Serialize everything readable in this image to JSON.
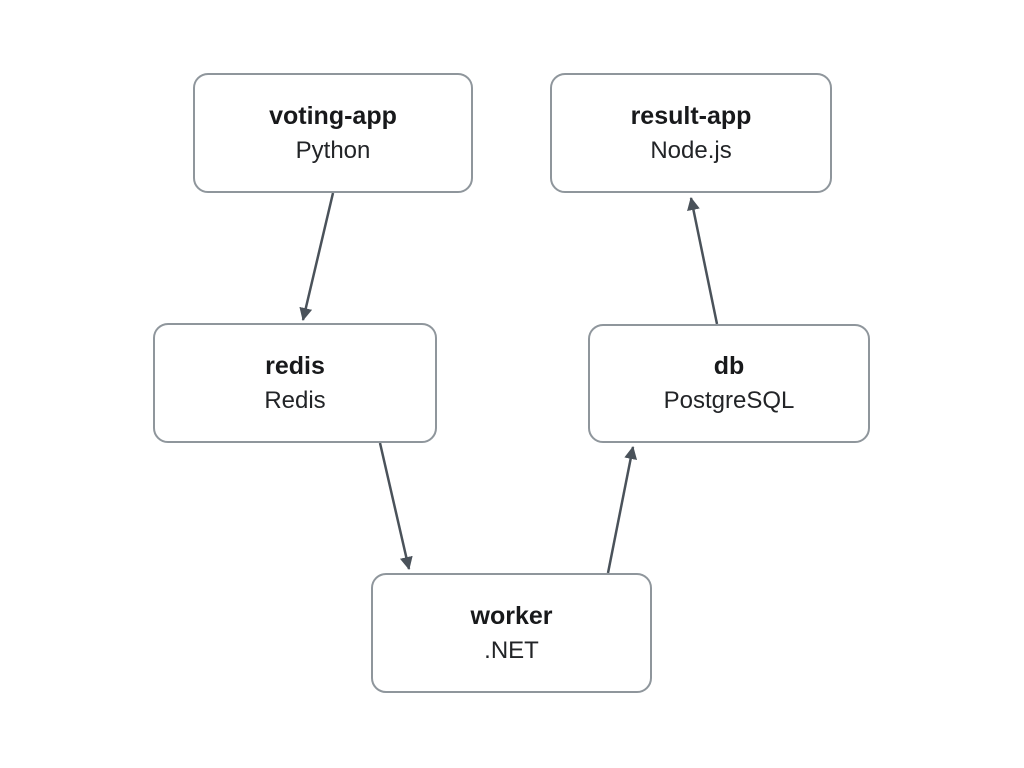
{
  "diagram": {
    "description": "Application architecture diagram",
    "colors": {
      "node_border": "#8f969c",
      "node_background": "#ffffff",
      "edge": "#4a525a",
      "title_text": "#18191b",
      "subtitle_text": "#222427",
      "page_background": "#ffffff"
    },
    "nodes": [
      {
        "id": "voting-app",
        "title": "voting-app",
        "subtitle": "Python"
      },
      {
        "id": "result-app",
        "title": "result-app",
        "subtitle": "Node.js"
      },
      {
        "id": "redis",
        "title": "redis",
        "subtitle": "Redis"
      },
      {
        "id": "db",
        "title": "db",
        "subtitle": "PostgreSQL"
      },
      {
        "id": "worker",
        "title": "worker",
        "subtitle": ".NET"
      }
    ],
    "edges": [
      {
        "from": "voting-app",
        "to": "redis"
      },
      {
        "from": "redis",
        "to": "worker"
      },
      {
        "from": "worker",
        "to": "db"
      },
      {
        "from": "db",
        "to": "result-app"
      }
    ]
  }
}
